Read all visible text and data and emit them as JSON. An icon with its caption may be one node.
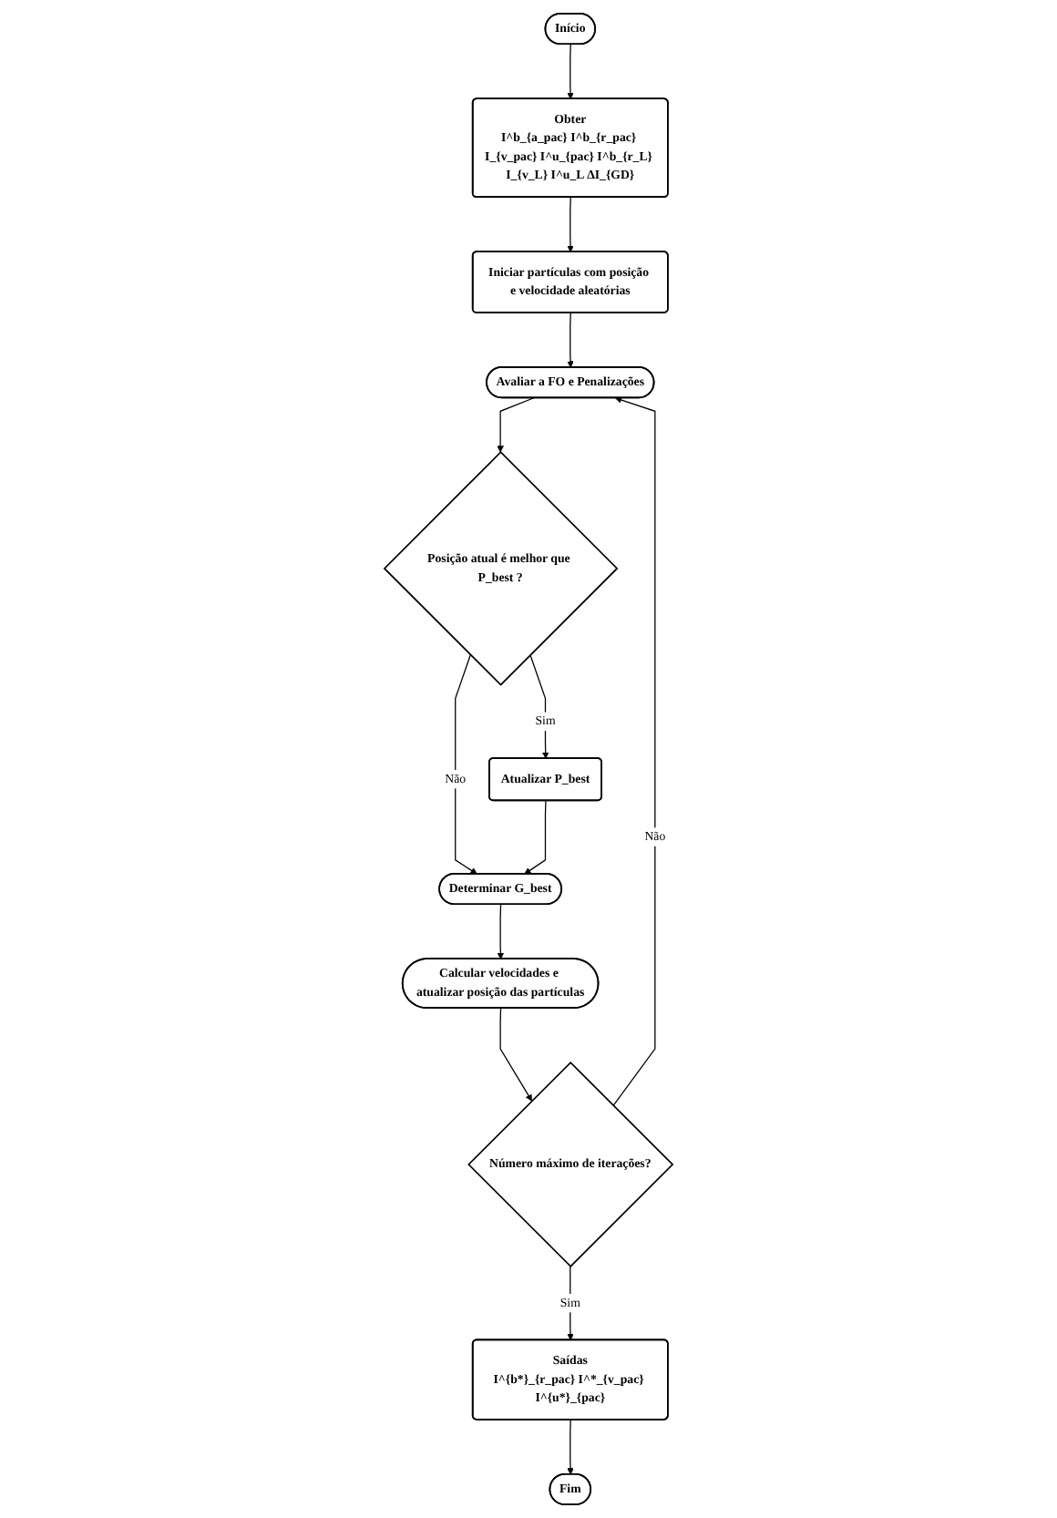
{
  "diagram": {
    "nodes": [
      {
        "text": [
          "Início"
        ]
      },
      {
        "text": [
          "Obter",
          "I^b_{a_pac} I^b_{r_pac} I_{v_pac} I^u_{pac} I^b_{r_L} I_{v_L} I^u_L ΔI_{GD}"
        ]
      },
      {
        "text": [
          "Iniciar partículas com posição e velocidade aleatórias"
        ]
      },
      {
        "text": [
          "Avaliar a FO e Penalizações"
        ]
      },
      {
        "text": [
          "Posição atual é melhor que P_best ?"
        ]
      },
      {
        "text": [
          "Atualizar P_best"
        ]
      },
      {
        "text": [
          "Determinar G_best"
        ]
      },
      {
        "text": [
          "Calcular velocidades e atualizar posição das partículas"
        ]
      },
      {
        "text": [
          "Número máximo de iterações?"
        ]
      },
      {
        "text": [
          "Saídas",
          "I^{b*}_{r_pac} I^*_{v_pac} I^{u*}_{pac}"
        ]
      },
      {
        "text": [
          "Fim"
        ]
      }
    ],
    "edges": [
      {
        "from": 0,
        "to": 1,
        "arrow": "to"
      },
      {
        "from": 1,
        "to": 2,
        "arrow": "to"
      },
      {
        "from": 2,
        "to": 3,
        "arrow": "to"
      },
      {
        "from": 3,
        "to": 4,
        "arrow": "to"
      },
      {
        "from": 4,
        "to": 5,
        "arrow": "to",
        "label": "Sim"
      },
      {
        "from": 4,
        "to": 6,
        "arrow": "to",
        "label": "Não"
      },
      {
        "from": 5,
        "to": 6,
        "arrow": "to"
      },
      {
        "from": 6,
        "to": 7,
        "arrow": "to"
      },
      {
        "from": 7,
        "to": 8,
        "arrow": "to"
      },
      {
        "from": 8,
        "to": 3,
        "arrow": "to",
        "label": "Não"
      },
      {
        "from": 8,
        "to": 9,
        "arrow": "to",
        "label": "Sim"
      },
      {
        "from": 9,
        "to": 10,
        "arrow": "to"
      }
    ]
  }
}
